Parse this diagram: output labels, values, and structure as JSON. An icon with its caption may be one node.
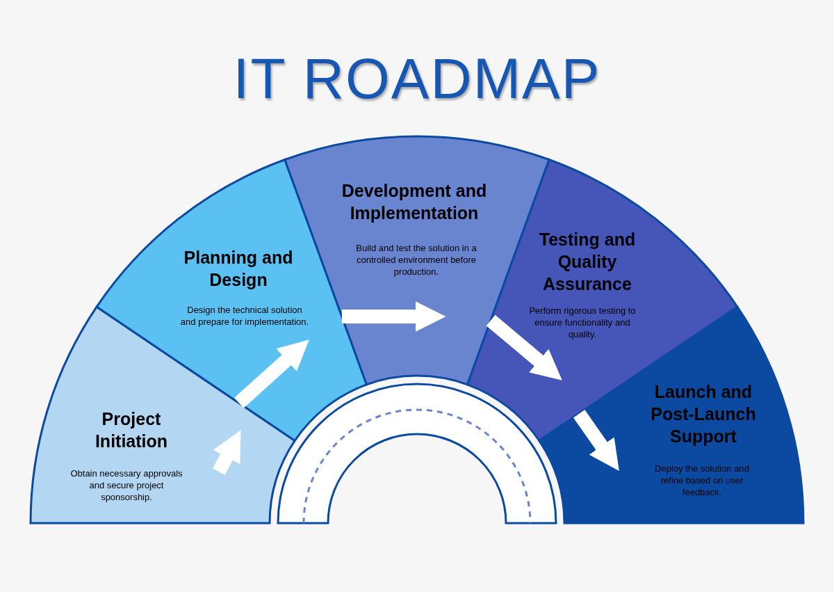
{
  "diagram": {
    "title": "IT ROADMAP",
    "nodes": [
      {
        "text": [
          "Project Initiation",
          "Obtain necessary approvals and secure project sponsorship."
        ]
      },
      {
        "text": [
          "Planning and Design",
          "Design the technical solution and prepare for implementation."
        ]
      },
      {
        "text": [
          "Development and Implementation",
          "Build and test the solution in a controlled environment before production."
        ]
      },
      {
        "text": [
          "Testing and Quality Assurance",
          "Perform rigorous testing to ensure functionality and quality."
        ]
      },
      {
        "text": [
          "Launch and Post-Launch Support",
          "Deploy the solution and refine based on user feedback."
        ]
      }
    ],
    "edges": [
      {
        "from": null,
        "to": 0,
        "arrow": "to"
      },
      {
        "from": 0,
        "to": 1,
        "arrow": "to"
      },
      {
        "from": 1,
        "to": 2,
        "arrow": "to"
      },
      {
        "from": 2,
        "to": 3,
        "arrow": "to"
      },
      {
        "from": 3,
        "to": 4,
        "arrow": "to"
      }
    ]
  }
}
